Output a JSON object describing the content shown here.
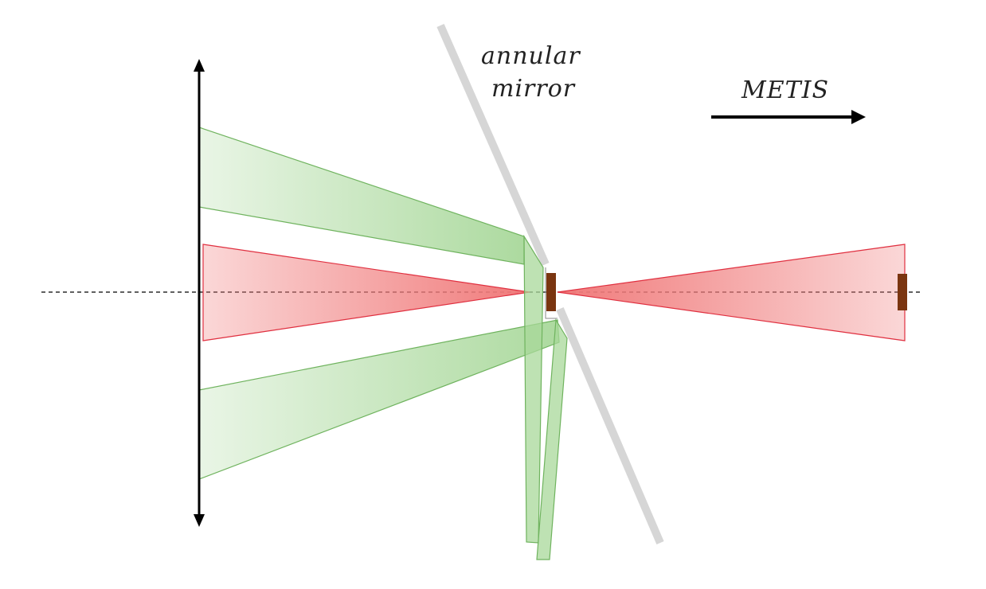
{
  "labels": {
    "mirror_line1": "annular",
    "mirror_line2": "mirror",
    "instrument": "METIS"
  },
  "colors": {
    "green_fill": "#a8d89a",
    "green_stroke": "#6fb35e",
    "red_fill": "#f07a7a",
    "red_stroke": "#e03040",
    "mirror": "#d6d6d6",
    "stop": "#7a3510",
    "axis": "#000000"
  }
}
